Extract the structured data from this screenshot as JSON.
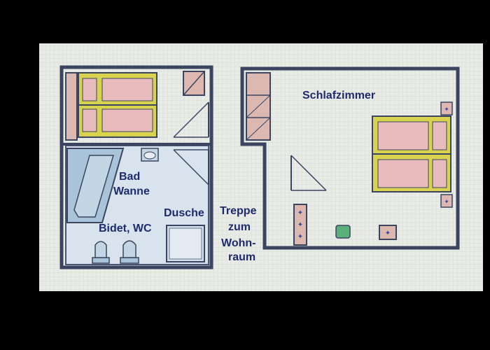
{
  "labels": {
    "bedroom": "Schlafzimmer",
    "bath_line1": "Bad",
    "bath_line2": "Wanne",
    "bidet_wc": "Bidet, WC",
    "shower": "Dusche",
    "stairs_line1": "Treppe",
    "stairs_line2": "zum",
    "stairs_line3": "Wohn-",
    "stairs_line4": "raum"
  },
  "colors": {
    "screen_background": "#000000",
    "paper": "#e9ebe6",
    "grid": "#d7d9d4",
    "wall": "#3b4560",
    "label_text": "#1e2a6e",
    "bathroom_floor": "#d8e2ec",
    "bathtub": "#a9c4d8",
    "bed_frame": "#d8d24e",
    "bed_mattress": "#e8bcbc",
    "wardrobe": "#dcb8b0",
    "green_item": "#5bb07a"
  }
}
